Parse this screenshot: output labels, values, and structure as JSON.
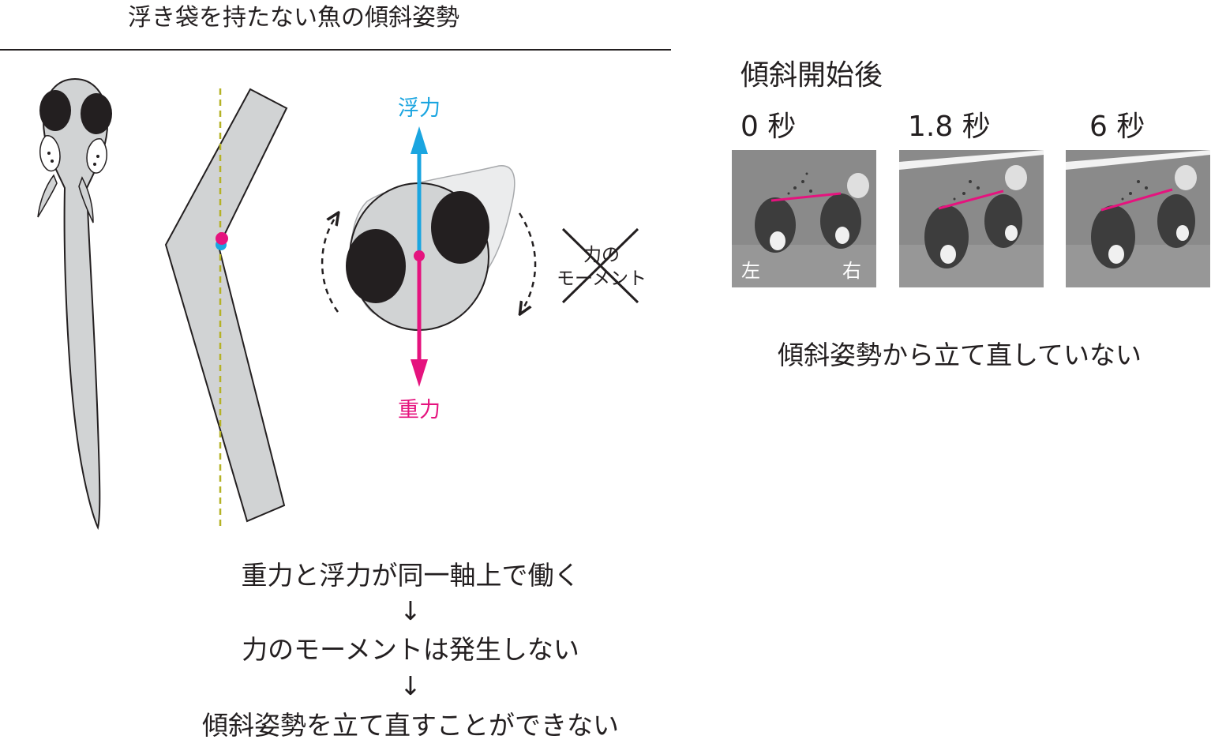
{
  "title": "浮き袋を持たない魚の傾斜姿勢",
  "forces": {
    "buoyancy_label": "浮力",
    "gravity_label": "重力",
    "buoyancy_color": "#1aa5e0",
    "gravity_color": "#e5137e",
    "axis_color": "#b5b226",
    "moment_line1": "力の",
    "moment_line2": "モーメント"
  },
  "caption": {
    "line1": "重力と浮力が同一軸上で働く",
    "arrow1": "↓",
    "line2": "力のモーメントは発生しない",
    "arrow2": "↓",
    "line3": "傾斜姿勢を立て直すことができない"
  },
  "experiment": {
    "title": "傾斜開始後",
    "times": [
      "0 秒",
      "1.8 秒",
      "6 秒"
    ],
    "left_label": "左",
    "right_label": "右",
    "tilt_line_color": "#e5137e",
    "result": "傾斜姿勢から立て直していない"
  }
}
